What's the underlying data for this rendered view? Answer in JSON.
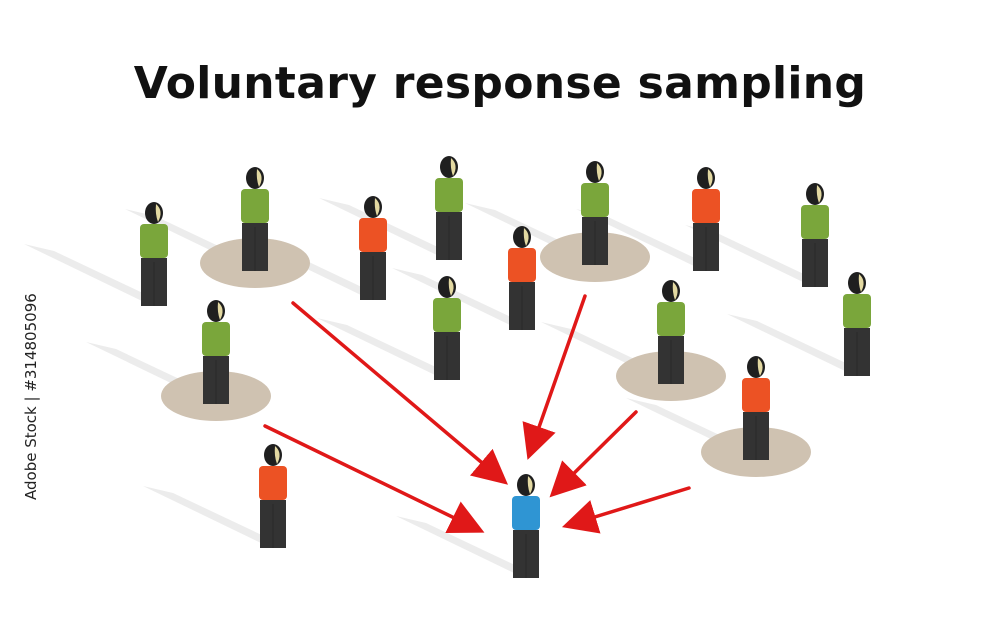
{
  "title": "Voluntary response sampling",
  "stock_id": "Adobe Stock | #314805096",
  "colors": {
    "green": "#7aa63b",
    "orange": "#ec5224",
    "blue": "#2f95d3",
    "leg": "#333333",
    "head": "#1f1f1f",
    "face": "#e3d9a2",
    "disc": "#cfc2b1",
    "arrow": "#e01818",
    "shadow": "#ececec"
  },
  "people": [
    {
      "id": "person-1",
      "color": "green",
      "selected": false
    },
    {
      "id": "person-2",
      "color": "green",
      "selected": true
    },
    {
      "id": "person-3",
      "color": "orange",
      "selected": false
    },
    {
      "id": "person-4",
      "color": "green",
      "selected": false
    },
    {
      "id": "person-5",
      "color": "green",
      "selected": true
    },
    {
      "id": "person-6",
      "color": "orange",
      "selected": false
    },
    {
      "id": "person-7",
      "color": "green",
      "selected": false
    },
    {
      "id": "person-8",
      "color": "orange",
      "selected": false
    },
    {
      "id": "person-9",
      "color": "green",
      "selected": false
    },
    {
      "id": "person-10",
      "color": "green",
      "selected": true
    },
    {
      "id": "person-11",
      "color": "green",
      "selected": false
    },
    {
      "id": "person-12",
      "color": "green",
      "selected": true
    },
    {
      "id": "person-13",
      "color": "orange",
      "selected": true
    },
    {
      "id": "person-14",
      "color": "orange",
      "selected": false
    },
    {
      "id": "person-15",
      "color": "blue",
      "selected": false
    }
  ]
}
